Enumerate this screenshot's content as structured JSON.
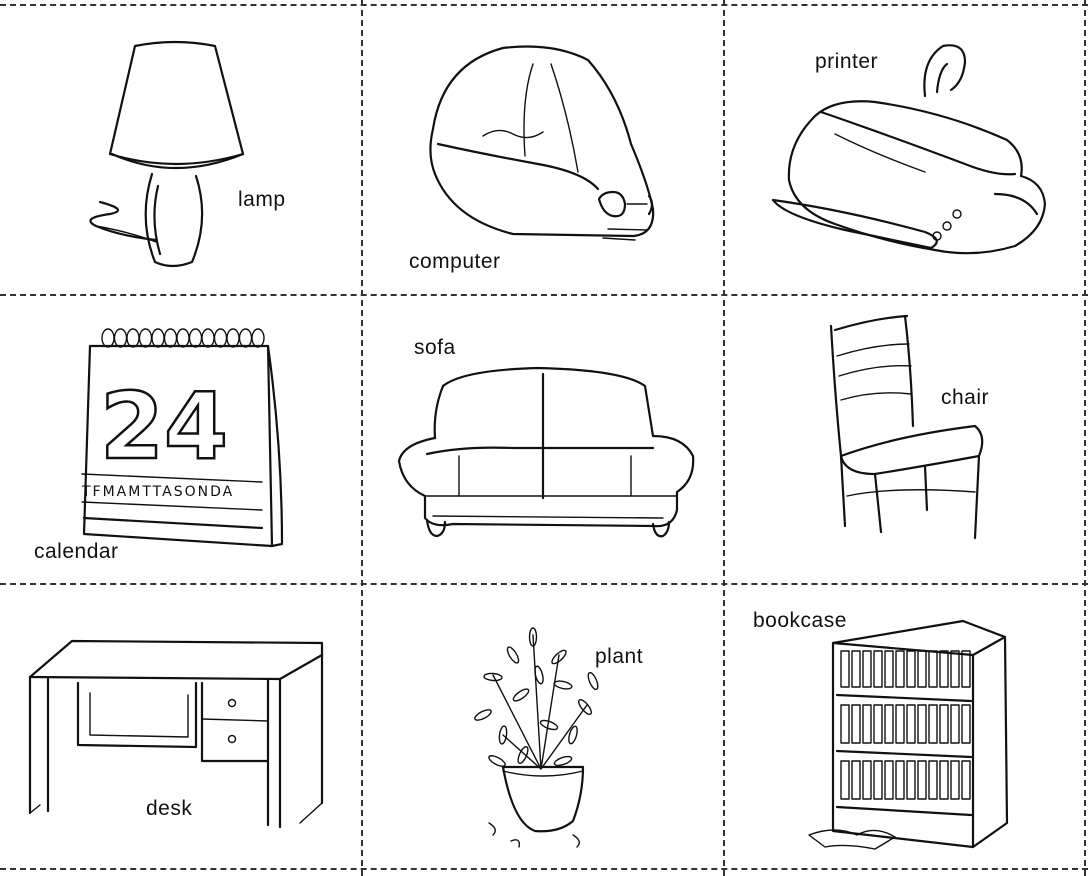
{
  "cards": {
    "lamp": {
      "label": "lamp"
    },
    "computer": {
      "label": "computer"
    },
    "printer": {
      "label": "printer"
    },
    "calendar": {
      "label": "calendar",
      "date_number": "24",
      "weekday_letters": "TFMAMTTASONDA"
    },
    "sofa": {
      "label": "sofa"
    },
    "chair": {
      "label": "chair"
    },
    "desk": {
      "label": "desk"
    },
    "plant": {
      "label": "plant"
    },
    "bookcase": {
      "label": "bookcase"
    }
  },
  "icons": [
    "lamp-icon",
    "computer-icon",
    "printer-icon",
    "calendar-icon",
    "sofa-icon",
    "chair-icon",
    "desk-icon",
    "plant-icon",
    "bookcase-icon"
  ]
}
